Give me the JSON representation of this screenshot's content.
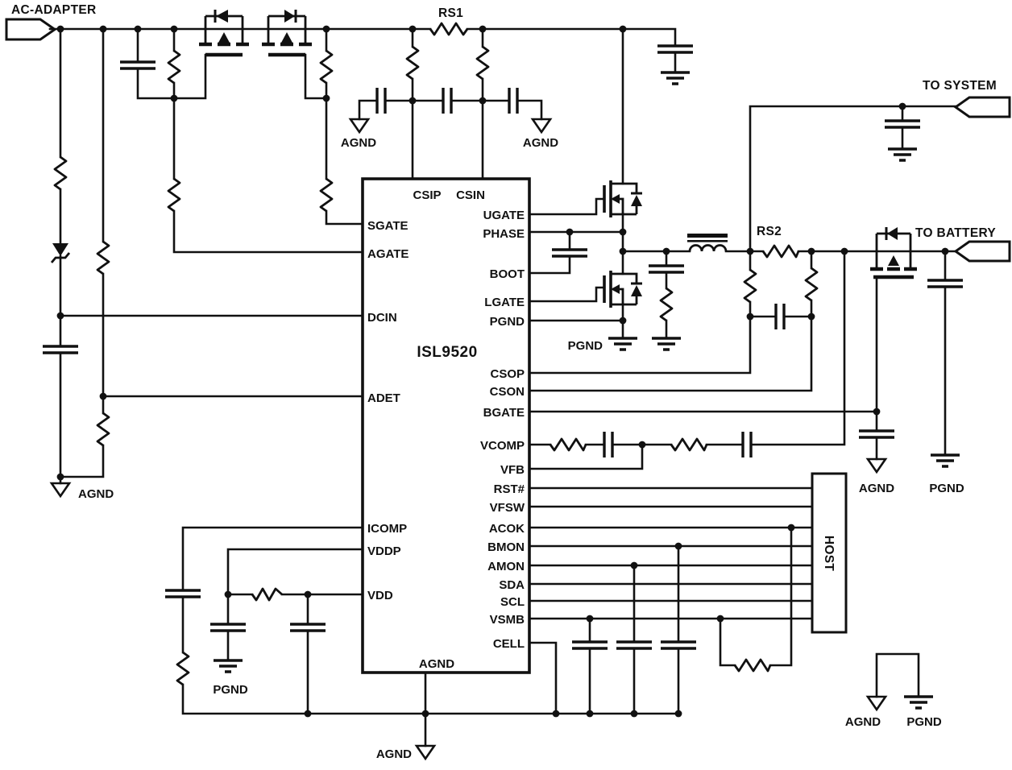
{
  "schematic": {
    "ic": {
      "name": "ISL9520",
      "top_pins": [
        "CSIP",
        "CSIN"
      ],
      "left_pins": [
        "SGATE",
        "AGATE",
        "DCIN",
        "ADET",
        "ICOMP",
        "VDDP",
        "VDD"
      ],
      "right_pins": [
        "UGATE",
        "PHASE",
        "BOOT",
        "LGATE",
        "PGND",
        "CSOP",
        "CSON",
        "BGATE",
        "VCOMP",
        "VFB",
        "RST#",
        "VFSW",
        "ACOK",
        "BMON",
        "AMON",
        "SDA",
        "SCL",
        "VSMB",
        "CELL"
      ],
      "bottom_pin": "AGND"
    },
    "connectors": {
      "ac_adapter": "AC-ADAPTER",
      "to_system": "TO SYSTEM",
      "to_battery": "TO BATTERY"
    },
    "components": {
      "rs1": "RS1",
      "rs2": "RS2",
      "host": "HOST"
    },
    "nets": {
      "agnd": "AGND",
      "pgnd": "PGND"
    }
  }
}
